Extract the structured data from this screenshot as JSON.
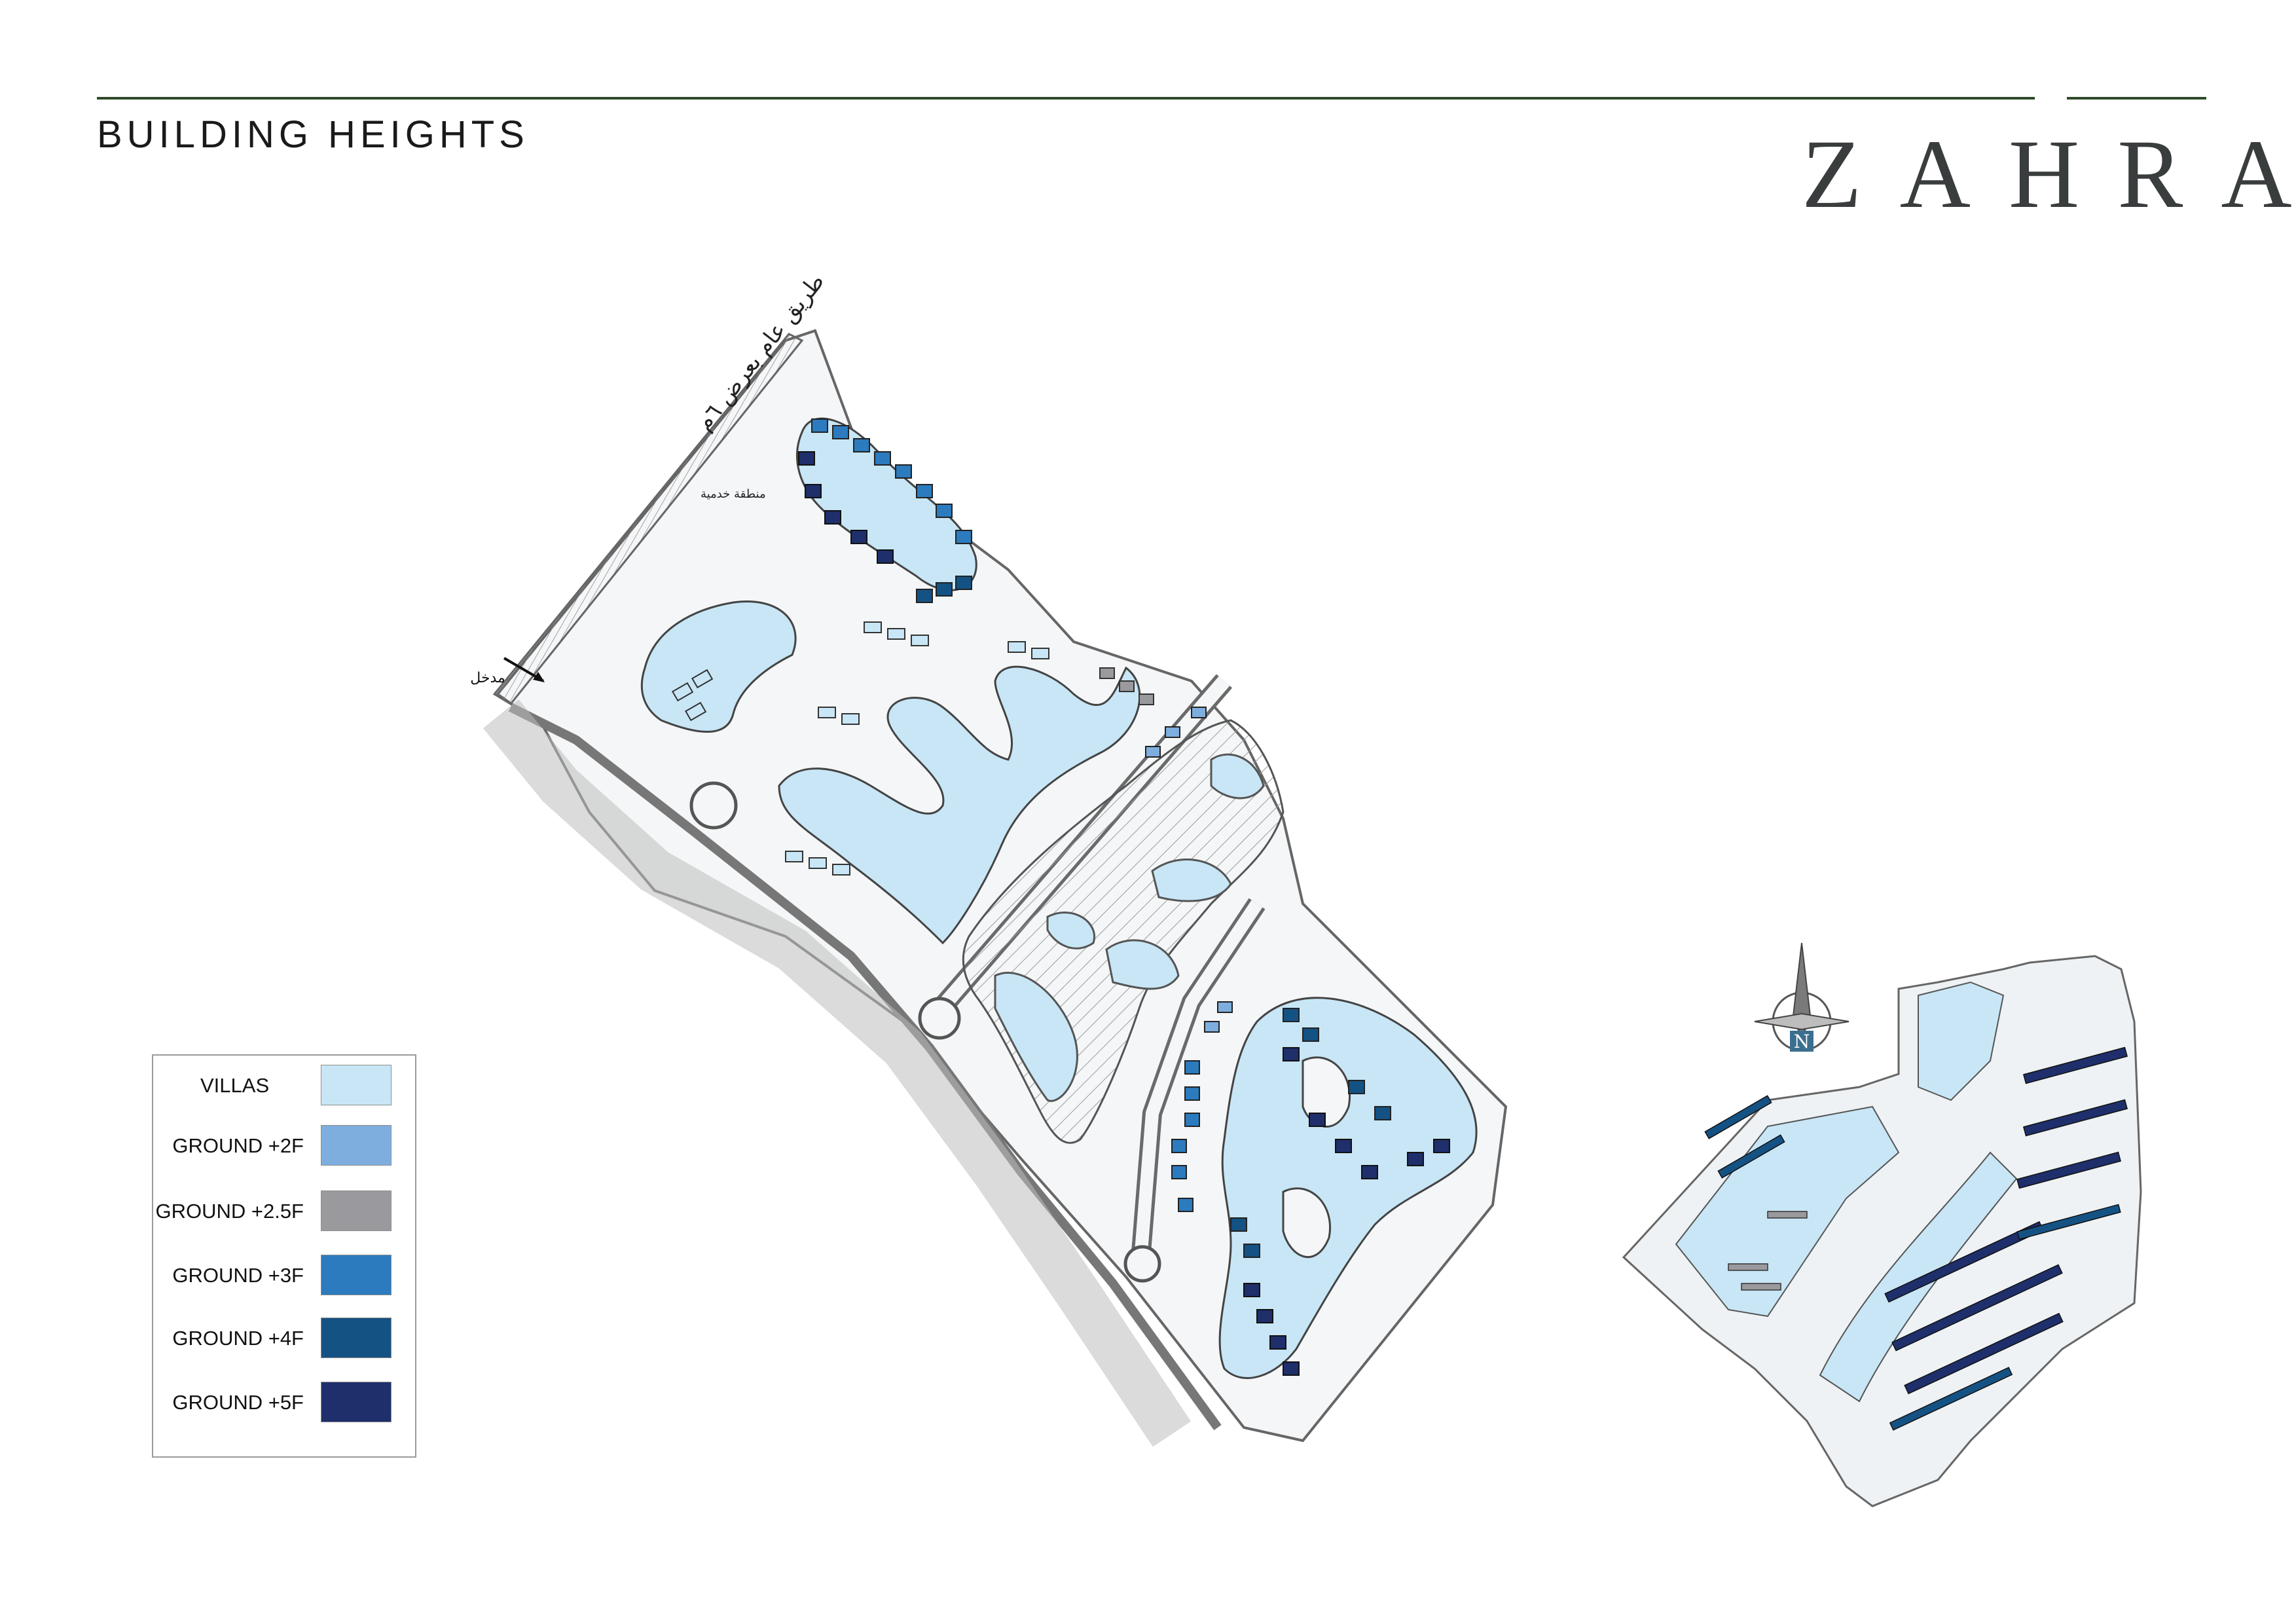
{
  "header": {
    "title": "BUILDING HEIGHTS",
    "brand": "ZAHRA"
  },
  "legend": {
    "items": [
      {
        "label": "VILLAS",
        "color": "#c8e6f6"
      },
      {
        "label": "GROUND +2F",
        "color": "#7eaede"
      },
      {
        "label": "GROUND +2.5F",
        "color": "#9a9a9e"
      },
      {
        "label": "GROUND +3F",
        "color": "#2b7bbe"
      },
      {
        "label": "GROUND +4F",
        "color": "#155284"
      },
      {
        "label": "GROUND +5F",
        "color": "#1e2f6b"
      }
    ]
  },
  "map_labels": {
    "road_label": "طريق عام بعرض ٦م",
    "entrance_label": "مدخل",
    "zone_label": "منطقة خدمية",
    "compass_letter": "N"
  },
  "colors": {
    "water": "#c8e6f6",
    "rule": "#2f4a2b",
    "linework": "#555555"
  }
}
